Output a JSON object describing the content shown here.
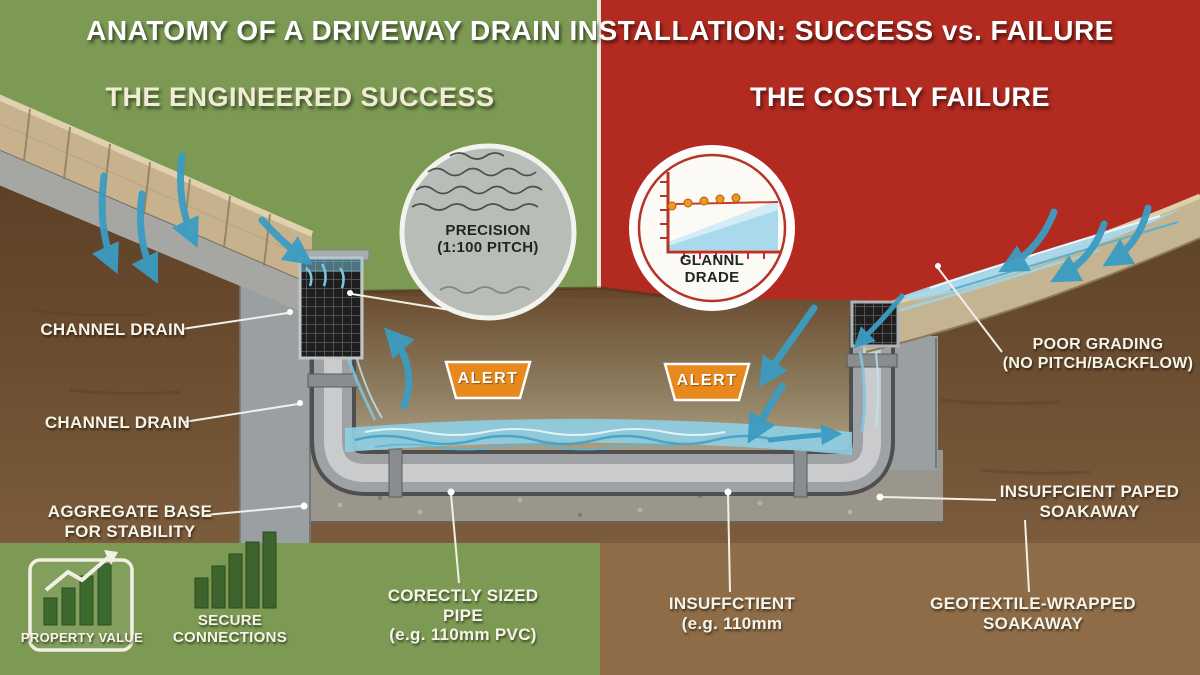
{
  "header": {
    "title": "ANATOMY OF A DRIVEWAY DRAIN INSTALLATION: SUCCESS vs. FAILURE"
  },
  "success_panel": {
    "subtitle": "THE ENGINEERED SUCCESS",
    "labels": {
      "channel_drain_top": "CHANNEL DRAIN",
      "channel_drain_bottom": "CHANNEL DRAIN",
      "aggregate_base": "AGGREGATE BASE\nFOR STABILITY",
      "correctly_sized_pipe": "CORECTLY SIZED\nPIPE\n(e.g. 110mm PVC)"
    },
    "callout_precision": "PRECISION\n(1:100 PITCH)",
    "alert_badge": "ALERT",
    "footer": {
      "property_value": "PROPERTY VALUE",
      "secure_connections": "SECURE\nCONNECTIONS"
    }
  },
  "failure_panel": {
    "subtitle": "THE COSTLY FAILURE",
    "labels": {
      "poor_grading": "POOR GRADING\n(NO PITCH/BACKFLOW)",
      "insufficient_soakaway": "INSUFFCIENT PAPED\nSOAKAWAY",
      "insufficient_pipe": "INSUFFCTIENT\n(e.g. 110mm",
      "geotextile_soakaway": "GEOTEXTILE-WRAPPED\nSOAKAWAY"
    },
    "callout_graph": "GLANNL\nDRADE",
    "alert_badge": "ALERT"
  },
  "icons": {
    "property_value_icon": "growth-chart-icon",
    "secure_connections_icon": "bar-chart-icon"
  },
  "colors": {
    "success_bg": "#7c9a53",
    "failure_bg": "#b22a20",
    "soil_brown": "#6b4d30",
    "subsoil_tan": "#8d6c47",
    "concrete_gray": "#9aa0a2",
    "water_blue": "#8ecfe4",
    "arrow_blue": "#3b9cc2",
    "alert_orange": "#e8891d",
    "cream_text": "#f7f4e8"
  }
}
